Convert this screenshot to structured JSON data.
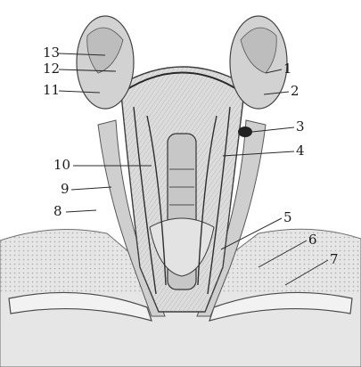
{
  "figure": {
    "callouts": [
      {
        "id": "13",
        "text": "13",
        "side": "left"
      },
      {
        "id": "12",
        "text": "12",
        "side": "left"
      },
      {
        "id": "11",
        "text": "11",
        "side": "left"
      },
      {
        "id": "10",
        "text": "10",
        "side": "left"
      },
      {
        "id": "9",
        "text": "9",
        "side": "left"
      },
      {
        "id": "8",
        "text": "8",
        "side": "left"
      },
      {
        "id": "1",
        "text": "1",
        "side": "right"
      },
      {
        "id": "2",
        "text": "2",
        "side": "right"
      },
      {
        "id": "3",
        "text": "3",
        "side": "right"
      },
      {
        "id": "4",
        "text": "4",
        "side": "right"
      },
      {
        "id": "5",
        "text": "5",
        "side": "right"
      },
      {
        "id": "6",
        "text": "6",
        "side": "right"
      },
      {
        "id": "7",
        "text": "7",
        "side": "right"
      }
    ],
    "colors": {
      "ink": "#1a1a1a",
      "tissue": "#d9d9d9",
      "shadow": "#8c8c8c",
      "paper": "#ffffff"
    }
  }
}
